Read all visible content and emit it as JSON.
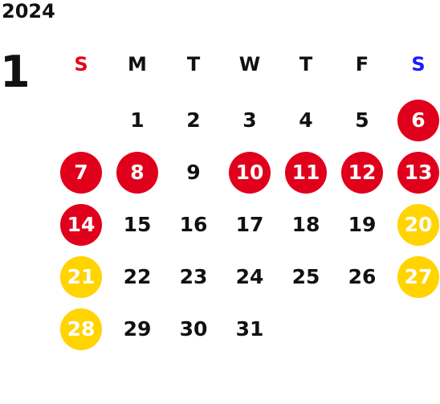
{
  "calendar": {
    "year": "2024",
    "month": "1",
    "weekday_headers": [
      {
        "label": "S",
        "color": "#e8001c"
      },
      {
        "label": "M",
        "color": "#111111"
      },
      {
        "label": "T",
        "color": "#111111"
      },
      {
        "label": "W",
        "color": "#111111"
      },
      {
        "label": "T",
        "color": "#111111"
      },
      {
        "label": "F",
        "color": "#111111"
      },
      {
        "label": "S",
        "color": "#1a1aff"
      }
    ],
    "first_weekday_index": 1,
    "days": [
      {
        "label": "1",
        "highlight": "none"
      },
      {
        "label": "2",
        "highlight": "none"
      },
      {
        "label": "3",
        "highlight": "none"
      },
      {
        "label": "4",
        "highlight": "none"
      },
      {
        "label": "5",
        "highlight": "none"
      },
      {
        "label": "6",
        "highlight": "red"
      },
      {
        "label": "7",
        "highlight": "red"
      },
      {
        "label": "8",
        "highlight": "red"
      },
      {
        "label": "9",
        "highlight": "none"
      },
      {
        "label": "10",
        "highlight": "red"
      },
      {
        "label": "11",
        "highlight": "red"
      },
      {
        "label": "12",
        "highlight": "red"
      },
      {
        "label": "13",
        "highlight": "red"
      },
      {
        "label": "14",
        "highlight": "red"
      },
      {
        "label": "15",
        "highlight": "none"
      },
      {
        "label": "16",
        "highlight": "none"
      },
      {
        "label": "17",
        "highlight": "none"
      },
      {
        "label": "18",
        "highlight": "none"
      },
      {
        "label": "19",
        "highlight": "none"
      },
      {
        "label": "20",
        "highlight": "yellow"
      },
      {
        "label": "21",
        "highlight": "yellow"
      },
      {
        "label": "22",
        "highlight": "none"
      },
      {
        "label": "23",
        "highlight": "none"
      },
      {
        "label": "24",
        "highlight": "none"
      },
      {
        "label": "25",
        "highlight": "none"
      },
      {
        "label": "26",
        "highlight": "none"
      },
      {
        "label": "27",
        "highlight": "yellow"
      },
      {
        "label": "28",
        "highlight": "yellow"
      },
      {
        "label": "29",
        "highlight": "none"
      },
      {
        "label": "30",
        "highlight": "none"
      },
      {
        "label": "31",
        "highlight": "none"
      }
    ],
    "colors": {
      "red": "#e0001b",
      "yellow": "#ffd400",
      "text": "#111111",
      "highlight_text": "#ffffff"
    }
  }
}
